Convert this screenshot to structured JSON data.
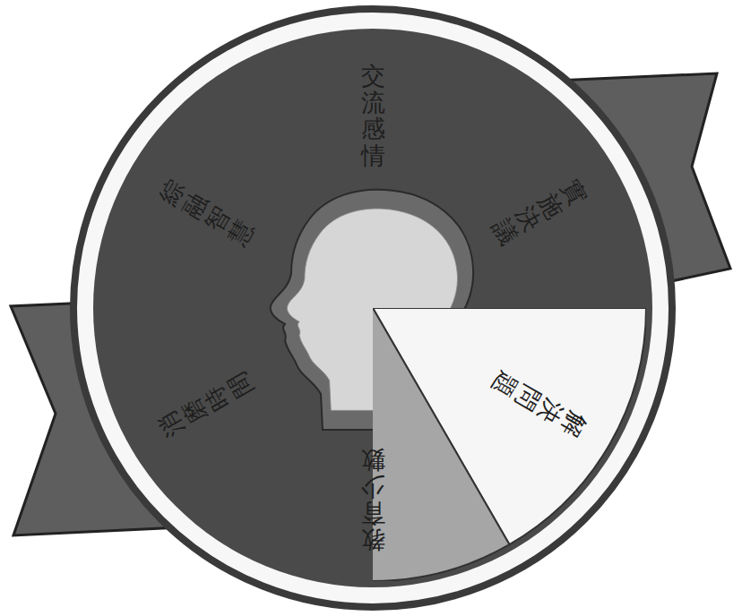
{
  "diagram": {
    "nodes": [
      {
        "text": [
          "交流感情"
        ]
      },
      {
        "text": [
          "實施決議"
        ]
      },
      {
        "text": [
          "解決問題"
        ]
      },
      {
        "text": [
          "教育少數"
        ]
      },
      {
        "text": [
          "消磨時間"
        ]
      },
      {
        "text": [
          "綜融智慧"
        ]
      }
    ]
  }
}
